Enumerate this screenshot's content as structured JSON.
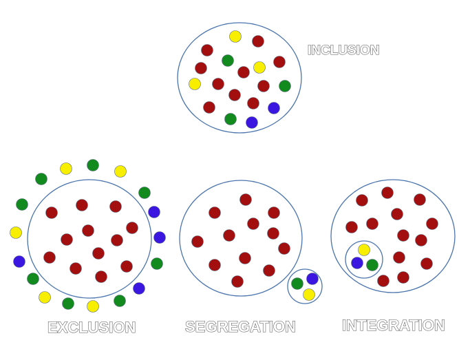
{
  "colors": {
    "red": "#A30F0F",
    "green": "#138A1E",
    "yellow": "#F7EE00",
    "blue": "#3A16E0",
    "circle_stroke": "#4A74AE",
    "dot_stroke": "#5A6A82"
  },
  "labels": {
    "inclusion": "INCLUSION",
    "exclusion": "EXCLUSION",
    "segregation": "SEGREGATION",
    "integration": "INTEGRATION"
  }
}
